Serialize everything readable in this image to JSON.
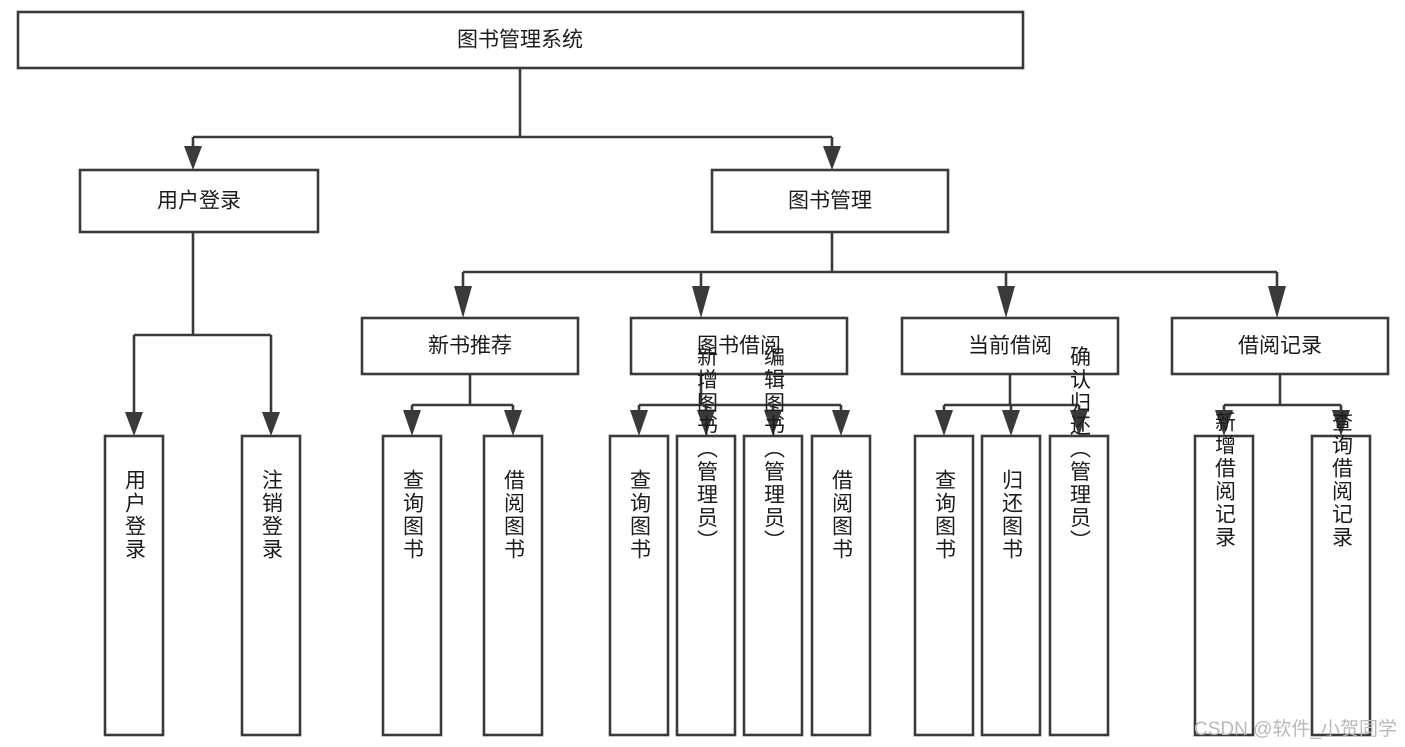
{
  "diagram": {
    "title": "图书管理系统",
    "type": "tree-hierarchy",
    "root": {
      "label": "图书管理系统"
    },
    "level2": [
      {
        "label": "用户登录"
      },
      {
        "label": "图书管理"
      }
    ],
    "level3": [
      {
        "label": "新书推荐"
      },
      {
        "label": "图书借阅"
      },
      {
        "label": "当前借阅"
      },
      {
        "label": "借阅记录"
      }
    ],
    "leaves": {
      "user_login": [
        {
          "label": "用户登录"
        },
        {
          "label": "注销登录"
        }
      ],
      "new_book_recommend": [
        {
          "label": "查询图书"
        },
        {
          "label": "借阅图书"
        }
      ],
      "book_borrow": [
        {
          "label": "查询图书"
        },
        {
          "label": "新增图书（管理员）"
        },
        {
          "label": "编辑图书（管理员）"
        },
        {
          "label": "借阅图书"
        }
      ],
      "current_borrow": [
        {
          "label": "查询图书"
        },
        {
          "label": "归还图书"
        },
        {
          "label": "确认归还（管理员）"
        }
      ],
      "borrow_record": [
        {
          "label": "新增借阅记录"
        },
        {
          "label": "查询借阅记录"
        }
      ]
    }
  },
  "watermark": {
    "text": "CSDN @软件_小贺同学"
  },
  "colors": {
    "stroke": "#3a3a3a",
    "fill": "#ffffff",
    "text": "#1c1c1c",
    "watermark": "#b9b9b9"
  }
}
